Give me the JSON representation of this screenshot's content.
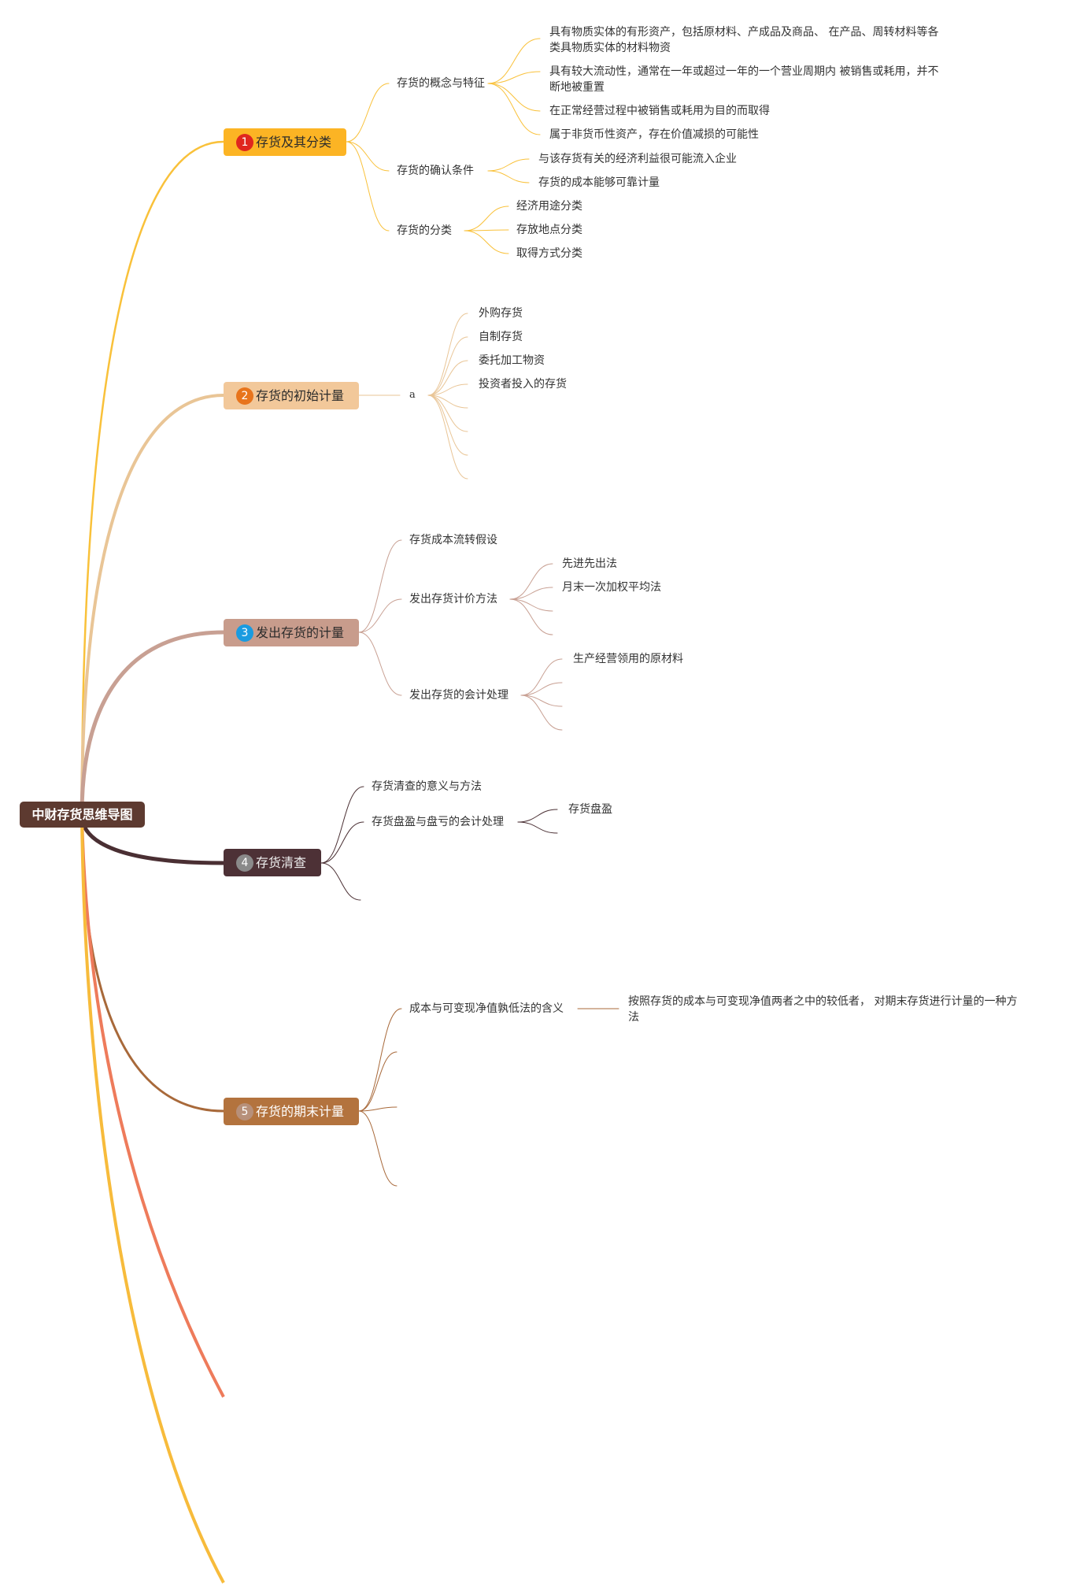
{
  "root": {
    "label": "中财存货思维导图"
  },
  "branches": [
    {
      "label": "存货及其分类",
      "badge": "1",
      "fill": "#fcb424",
      "badge_color": "#e0261e",
      "text_color": "#2b2b2b",
      "line_color": "#f9c13a"
    },
    {
      "label": "存货的初始计量",
      "badge": "2",
      "fill": "#f2c89a",
      "badge_color": "#e8741c",
      "text_color": "#2b2b2b",
      "line_color": "#e9c596"
    },
    {
      "label": "发出存货的计量",
      "badge": "3",
      "fill": "#c89c8c",
      "badge_color": "#1a9be0",
      "text_color": "#2b2b2b",
      "line_color": "#c8a093"
    },
    {
      "label": "存货清查",
      "badge": "4",
      "fill": "#4d3136",
      "badge_color": "#8a8a8a",
      "text_color": "#eeeeee",
      "line_color": "#4a2f33"
    },
    {
      "label": "存货的期末计量",
      "badge": "5",
      "fill": "#b3733e",
      "badge_color": "#b7907a",
      "text_color": "#ffffff",
      "line_color": "#a8693a"
    }
  ],
  "extra_lines": [
    "#ee7b5b",
    "#f7bb3b"
  ],
  "b1": {
    "concept": "存货的概念与特征",
    "concept_items": [
      "具有物质实体的有形资产，包括原材料、产成品及商品、 在产品、周转材料等各类具物质实体的材料物资",
      "具有较大流动性，通常在一年或超过一年的一个营业周期内 被销售或耗用，并不断地被重置",
      "在正常经营过程中被销售或耗用为目的而取得",
      "属于非货币性资产，存在价值减损的可能性"
    ],
    "recog": "存货的确认条件",
    "recog_items": [
      "与该存货有关的经济利益很可能流入企业",
      "存货的成本能够可靠计量"
    ],
    "class": "存货的分类",
    "class_items": [
      "经济用途分类",
      "存放地点分类",
      "取得方式分类"
    ]
  },
  "b2": {
    "mid": "a",
    "items": [
      "外购存货",
      "自制存货",
      "委托加工物资",
      "投资者投入的存货"
    ]
  },
  "b3": {
    "flow": "存货成本流转假设",
    "method": "发出存货计价方法",
    "method_items": [
      "先进先出法",
      "月末一次加权平均法"
    ],
    "acct": "发出存货的会计处理",
    "acct_items": [
      "生产经营领用的原材料"
    ]
  },
  "b4": {
    "meaning": "存货清查的意义与方法",
    "surplus": "存货盘盈与盘亏的会计处理",
    "surplus_items": [
      "存货盘盈"
    ]
  },
  "b5": {
    "lcm": "成本与可变现净值孰低法的含义",
    "lcm_desc": "按照存货的成本与可变现净值两者之中的较低者， 对期末存货进行计量的一种方法"
  }
}
